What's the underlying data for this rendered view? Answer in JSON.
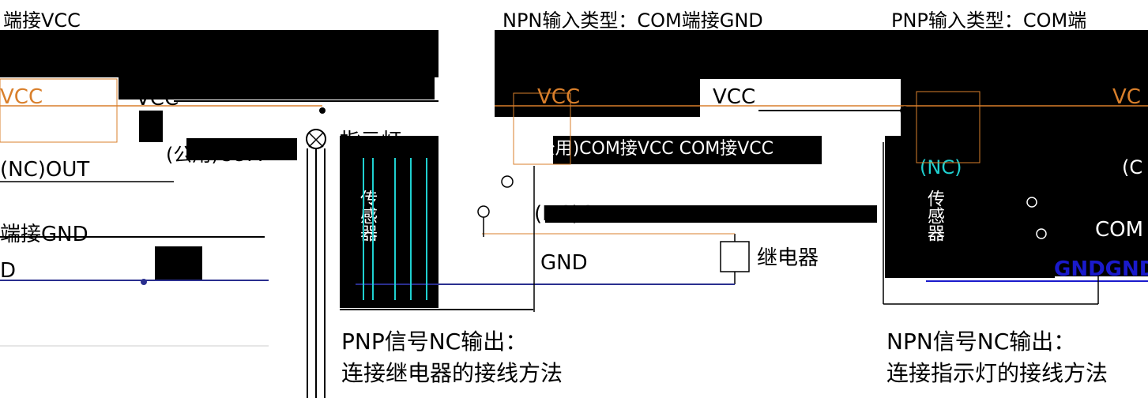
{
  "top_left": {
    "title": "端接VCC"
  },
  "top_right": {
    "title_npn": "NPN输入类型：COM端接GND",
    "title_pnp": "PNP输入类型：COM端"
  },
  "left_panel": {
    "vcc_orange": "VCC",
    "vcc_line": "VCC",
    "sensor_label": "(公用)COM",
    "nc_out": "(NC)OUT",
    "gnd_label": "端接GND",
    "gnd_line": "D"
  },
  "middle_panel": {
    "indicator": "指示灯",
    "sensor": "传感器",
    "vcc_orange": "VCC",
    "vcc_line": "VCC",
    "com_note": "(公用)COM接VCC COM接VCC",
    "nc_out": "(NC)OUT",
    "gnd": "GND",
    "relay": "继电器"
  },
  "right_panel": {
    "vcc_orange": "VC",
    "sensor": "传感器",
    "com": "COM",
    "gnd": "GNDGND",
    "paren_left": "(NC)",
    "paren_right": "(C"
  },
  "captions": {
    "pnp_line1": "PNP信号NC输出：",
    "pnp_line2": "连接继电器的接线方法",
    "npn_line1": "NPN信号NC输出：",
    "npn_line2": "连接指示灯的接线方法"
  },
  "colors": {
    "vcc": "#d97f2b",
    "gnd_line": "#2a2f8f",
    "cyan": "#1fd0d0",
    "blue_label": "#1a1acc"
  }
}
